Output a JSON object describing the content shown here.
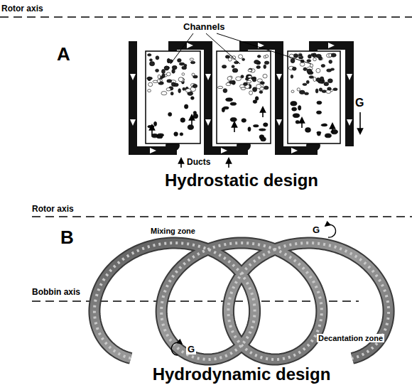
{
  "diagram": {
    "labels": [
      "Rotor axis",
      "Channels",
      "A",
      "G",
      "Ducts",
      "Hydrostatic design",
      "Rotor axis",
      "B",
      "Mixing zone",
      "G",
      "Bobbin axis",
      "G",
      "Decantation zone",
      "Hydrodynamic design"
    ]
  }
}
